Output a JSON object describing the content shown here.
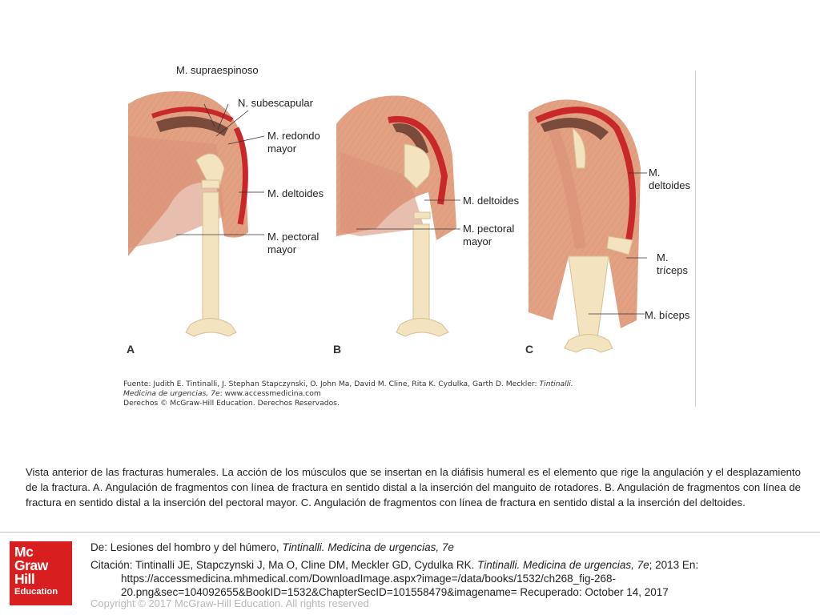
{
  "figure": {
    "labels": {
      "a_supraespinoso": "M. supraespinoso",
      "a_subescapular": "N. subescapular",
      "a_redondo": "M. redondo\nmayor",
      "a_deltoides": "M. deltoides",
      "a_pectoral": "M. pectoral\nmayor",
      "b_deltoides": "M. deltoides",
      "b_pectoral": "M. pectoral\nmayor",
      "c_deltoides": "M.\ndeltoides",
      "c_triceps": "M.\ntríceps",
      "c_biceps": "M. bíceps"
    },
    "panel_letters": [
      "A",
      "B",
      "C"
    ],
    "source": {
      "line1_prefix": "Fuente: Judith E. Tintinalli, J. Stephan Stapczynski, O. John Ma, David M. Cline, Rita K. Cydulka, Garth D. Meckler: ",
      "line1_italic": "Tintinalli.",
      "line2_italic": "Medicina de urgencias, 7e",
      "line2_suffix": ": www.accessmedicina.com",
      "line3": "Derechos © McGraw-Hill Education. Derechos Reservados."
    }
  },
  "caption": " Vista anterior de las fracturas humerales. La acción de los músculos que se insertan en la diáfisis humeral es el elemento que rige la angulación y el desplazamiento de la fractura. A. Angulación de fragmentos con línea de fractura en sentido distal a la inserción del manguito de rotadores. B. Angulación de fragmentos con línea de fractura en sentido distal a la inserción del pectoral mayor. C. Angulación de fragmentos con línea de fractura en sentido distal a la inserción del deltoides.",
  "footer": {
    "logo_lines": [
      "Mc",
      "Graw",
      "Hill"
    ],
    "logo_sub": "Education",
    "from_prefix": "De: Lesiones del hombro y del húmero, ",
    "from_italic": "Tintinalli. Medicina de urgencias, 7e",
    "cite_prefix": "Citación: Tintinalli JE, Stapczynski J, Ma O, Cline DM, Meckler GD, Cydulka RK. ",
    "cite_italic": "Tintinalli. Medicina de urgencias, 7e",
    "cite_suffix": "; 2013 En:",
    "cite_url1": "https://accessmedicina.mhmedical.com/DownloadImage.aspx?image=/data/books/1532/ch268_fig-268-",
    "cite_url2": "20.png&sec=104092655&BookID=1532&ChapterSecID=101558479&imagename= Recuperado: October 14, 2017",
    "copyright": "Copyright © 2017 McGraw-Hill Education. All rights reserved"
  },
  "colors": {
    "muscle": "#e3a183",
    "muscle_dark": "#c77a5c",
    "bone": "#f4e3bf",
    "bone_edge": "#d6bf93",
    "red": "#c8282a",
    "cavity": "#7a4a3a",
    "logo": "#d81e1e"
  }
}
